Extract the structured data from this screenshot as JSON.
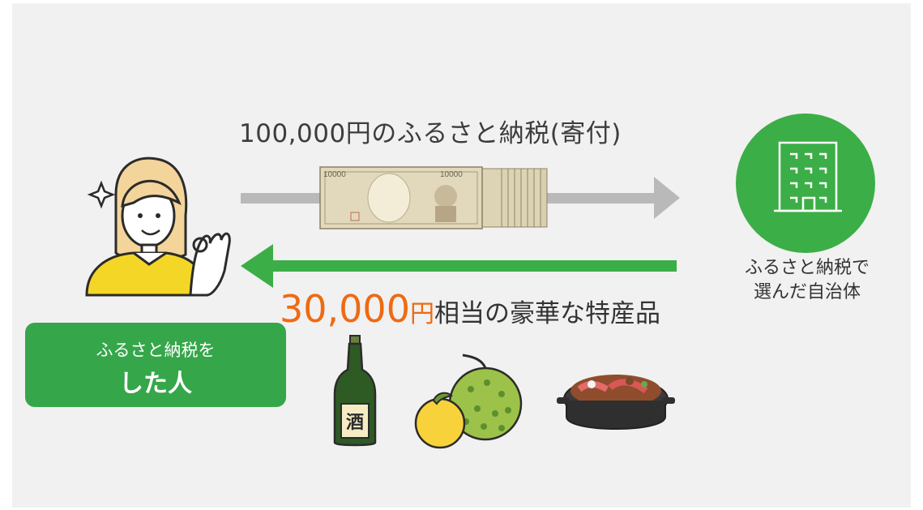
{
  "donation": {
    "label": "100,000円のふるさと納税(寄付)"
  },
  "gift": {
    "amount": "30,000",
    "yen": "円",
    "description": "相当の豪華な特産品"
  },
  "municipality": {
    "line1": "ふるさと納税で",
    "line2": "選んだ自治体"
  },
  "person": {
    "line1": "ふるさと納税を",
    "line2": "した人"
  },
  "banknote": {
    "denomination": "10000"
  },
  "sake_label": "酒",
  "colors": {
    "accent_green": "#3cae47",
    "orange": "#ef6a12",
    "gray_arrow": "#b9b9b9",
    "background": "#f1f1f1"
  },
  "icons": [
    "woman-icon",
    "sparkle-icon",
    "ok-hand-icon",
    "banknote-stack-icon",
    "building-icon",
    "sake-bottle-icon",
    "yuzu-icon",
    "melon-icon",
    "sukiyaki-pot-icon"
  ]
}
